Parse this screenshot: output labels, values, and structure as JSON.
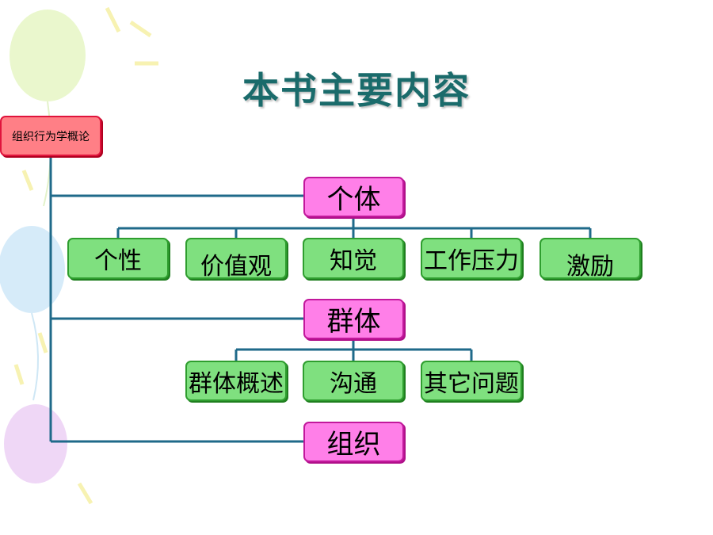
{
  "title": "本书主要内容",
  "root": {
    "label": "组织行为学概论"
  },
  "levels": [
    {
      "label": "个体",
      "children": [
        "个性",
        "价值观",
        "知觉",
        "工作压力",
        "激励"
      ]
    },
    {
      "label": "群体",
      "children": [
        "群体概述",
        "沟通",
        "其它问题"
      ]
    },
    {
      "label": "组织",
      "children": []
    }
  ],
  "colors": {
    "title": "#1a6b6b",
    "connector": "#1f6a8a",
    "root_fill": "#ff7f86",
    "level_fill": "#ff7fe8",
    "leaf_fill": "#7fe07f"
  }
}
